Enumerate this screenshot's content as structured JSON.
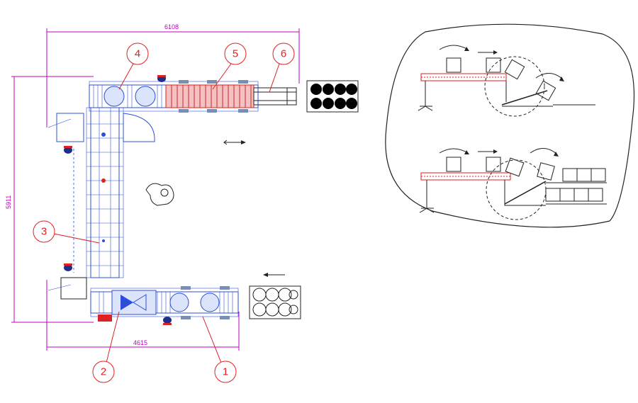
{
  "dimensions": {
    "top_width": "6108",
    "left_height": "5911",
    "bottom_width": "4615"
  },
  "callouts": [
    "1",
    "2",
    "3",
    "4",
    "5",
    "6"
  ],
  "colors": {
    "dimension": "#c000c0",
    "conveyor": "#2d4fd8",
    "accumulation": "#d22",
    "callout": "#d22",
    "outline": "#222"
  },
  "icons": {
    "flow_arrow_right": "arrow-right-icon",
    "flow_arrow_left": "arrow-left-icon",
    "operator": "operator-icon",
    "pallet_full": "pallet-full-icon",
    "pallet_empty": "pallet-empty-icon"
  }
}
